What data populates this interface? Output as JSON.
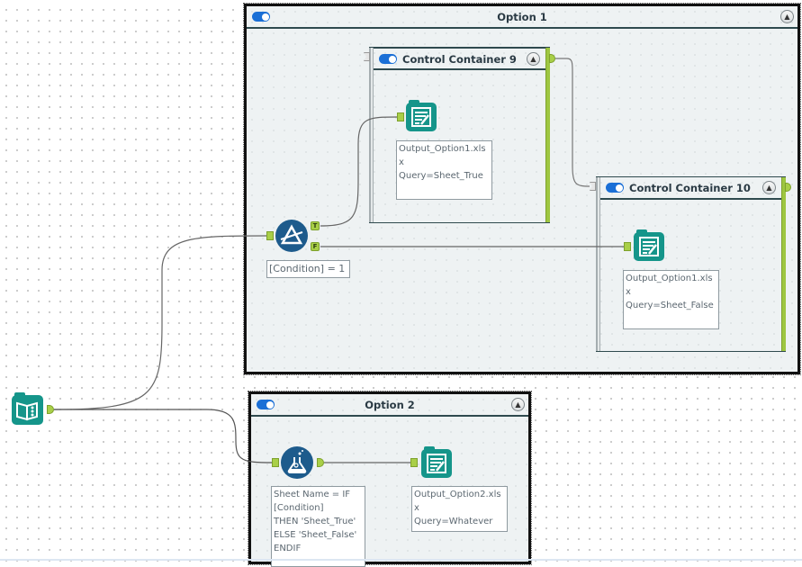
{
  "containers": {
    "option1": {
      "title": "Option 1",
      "enabled": true,
      "collapse_icon": "chevron-up-icon"
    },
    "control9": {
      "title": "Control Container 9",
      "enabled": true,
      "collapse_icon": "chevron-up-icon"
    },
    "control10": {
      "title": "Control Container 10",
      "enabled": true,
      "collapse_icon": "chevron-up-icon"
    },
    "option2": {
      "title": "Option 2",
      "enabled": true,
      "collapse_icon": "chevron-up-icon"
    }
  },
  "tools": {
    "input": {
      "icon": "book-input-icon"
    },
    "filter": {
      "icon": "filter-icon",
      "annotation": "[Condition] = 1",
      "anchor_true": "T",
      "anchor_false": "F"
    },
    "output_true": {
      "icon": "output-icon",
      "annotation": "Output_Option1.xlsx\nQuery=Sheet_True"
    },
    "output_false": {
      "icon": "output-icon",
      "annotation": "Output_Option1.xlsx\nQuery=Sheet_False"
    },
    "formula": {
      "icon": "formula-flask-icon",
      "annotation": "Sheet Name = IF\n[Condition]\nTHEN 'Sheet_True'\nELSE 'Sheet_False'\nENDIF"
    },
    "output_option2": {
      "icon": "output-icon",
      "annotation": "Output_Option2.xlsx\nQuery=Whatever"
    }
  },
  "colors": {
    "tool_teal": "#15958a",
    "tool_blue": "#1d5b8c",
    "anchor_green": "#a9cf48",
    "toggle_blue": "#1a6fd6"
  }
}
